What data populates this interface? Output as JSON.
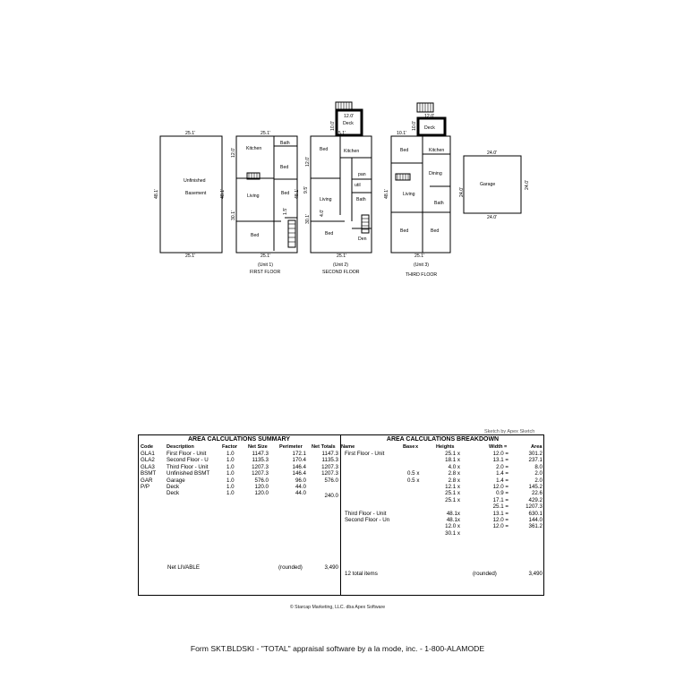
{
  "sketch": {
    "basement": {
      "top": "25.1'",
      "bottom": "25.1'",
      "side": "48.1'",
      "label1": "Unfinished",
      "label2": "Basement"
    },
    "unit1": {
      "top": "25.1'",
      "bottom": "25.1'",
      "side_left": "30.1'",
      "side_mid": "48.1'",
      "kitchen_dim": "12.0'",
      "stair_dim": "1.5'",
      "rooms": {
        "kitchen": "Kitchen",
        "bath": "Bath",
        "bed1": "Bed",
        "bed2": "Bed",
        "living": "Living",
        "bed3": "Bed"
      },
      "unit_label": "(Unit 1)",
      "floor_label": "FIRST FLOOR"
    },
    "unit2": {
      "top": "25.1'",
      "bottom": "25.1'",
      "side_left": "48.1'",
      "side_mid": "30.1'",
      "kitchen_dim": "12.0'",
      "deck_dim1": "12.0'",
      "deck_dim2": "10.0'",
      "dim_a": "9.5'",
      "dim_b": "4.0'",
      "rooms": {
        "deck": "Deck",
        "bed1": "Bed",
        "kitchen": "Kitchen",
        "pan": "pan",
        "util": "util",
        "bath": "Bath",
        "living": "Living",
        "bed2": "Bed",
        "den": "Den"
      },
      "unit_label": "(Unit 2)",
      "floor_label": "SECOND FLOOR"
    },
    "unit3": {
      "top": "10.1'",
      "bottom": "25.1'",
      "side_left": "48.1'",
      "side_mid": "24.0'",
      "deck_dim1": "12.0'",
      "deck_dim2": "10.0'",
      "rooms": {
        "deck": "Deck",
        "bed1": "Bed",
        "kitchen": "Kitchen",
        "dining": "Dining",
        "living": "Living",
        "bath": "Bath",
        "bed2": "Bed",
        "bed3": "Bed"
      },
      "unit_label": "(Unit 3)",
      "floor_label": "THIRD FLOOR"
    },
    "garage": {
      "top": "24.0'",
      "bottom": "24.0'",
      "side": "24.0'",
      "label": "Garage"
    }
  },
  "sketch_credit": "Sketch by Apex Sketch",
  "summary": {
    "title": "AREA CALCULATIONS SUMMARY",
    "headers": [
      "Code",
      "Description",
      "Factor",
      "Net Size",
      "Perimeter",
      "Net Totals"
    ],
    "rows": [
      [
        "GLA1",
        "First Floor - Unit",
        "1.0",
        "1147.3",
        "172.1",
        "1147.3"
      ],
      [
        "GLA2",
        "Second Floor - U",
        "1.0",
        "1135.3",
        "170.4",
        "1135.3"
      ],
      [
        "GLA3",
        "Third Floor - Unit",
        "1.0",
        "1207.3",
        "146.4",
        "1207.3"
      ],
      [
        "BSMT",
        "Unfinished BSMT",
        "1.0",
        "1207.3",
        "146.4",
        "1207.3"
      ],
      [
        "GAR",
        "Garage",
        "1.0",
        "576.0",
        "96.0",
        "576.0"
      ],
      [
        "P/P",
        "Deck",
        "1.0",
        "120.0",
        "44.0",
        ""
      ],
      [
        "",
        "Deck",
        "1.0",
        "120.0",
        "44.0",
        "240.0"
      ]
    ],
    "net_label": "Net LIVABLE",
    "rounded": "(rounded)",
    "net_value": "3,490"
  },
  "breakdown": {
    "title": "AREA CALCULATIONS BREAKDOWN",
    "headers": [
      "Name",
      "Base",
      "x",
      "Heights",
      "Width =",
      "Area"
    ],
    "names": [
      "First Floor - Unit",
      "",
      "",
      "",
      "",
      "",
      "",
      "",
      "",
      "Third Floor - Unit",
      "Second Floor - Un",
      "",
      ""
    ],
    "factors": [
      "",
      "",
      "",
      "0.5  x",
      "0.5  x",
      "",
      "",
      "",
      "",
      "",
      "",
      "",
      ""
    ],
    "heights": [
      "25.1 x",
      "18.1 x",
      "4.0 x",
      "2.8 x",
      "2.8 x",
      "12.1 x",
      "25.1 x",
      "25.1 x",
      "",
      "48.1x",
      "48.1x",
      "12.0 x",
      "30.1 x"
    ],
    "widths": [
      "12.0 =",
      "13.1 =",
      "2.0 =",
      "1.4 =",
      "1.4 =",
      "12.0 =",
      "0.9 =",
      "17.1 =",
      "25.1 =",
      "13.1 =",
      "12.0 =",
      "12.0 ="
    ],
    "areas": [
      "301.2",
      "237.1",
      "8.0",
      "2.0",
      "2.0",
      "145.2",
      "22.6",
      "429.2",
      "1207.3",
      "630.1",
      "144.0",
      "361.2"
    ],
    "total_items": "12 total items",
    "rounded": "(rounded)",
    "total_value": "3,490"
  },
  "copyright": "© Starcap Marketing, LLC. dba Apex Software",
  "footer": "Form SKT.BLDSKI - \"TOTAL\" appraisal software by a la mode, inc. - 1-800-ALAMODE"
}
